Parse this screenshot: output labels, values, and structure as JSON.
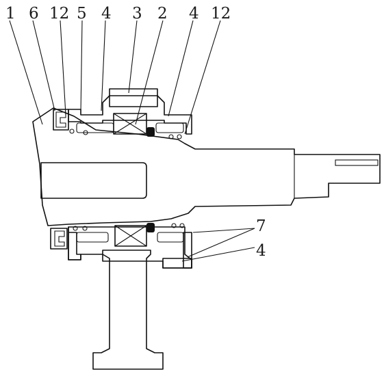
{
  "diagram": {
    "callouts": [
      {
        "id": "c-1-top",
        "text": "1"
      },
      {
        "id": "c-6-top",
        "text": "6"
      },
      {
        "id": "c-12-top-left",
        "text": "12"
      },
      {
        "id": "c-5-top",
        "text": "5"
      },
      {
        "id": "c-4-top-left",
        "text": "4"
      },
      {
        "id": "c-3-top",
        "text": "3"
      },
      {
        "id": "c-2-top",
        "text": "2"
      },
      {
        "id": "c-4-top-right",
        "text": "4"
      },
      {
        "id": "c-12-top-right",
        "text": "12"
      },
      {
        "id": "c-7-right",
        "text": "7"
      },
      {
        "id": "c-4-bottom-right",
        "text": "4"
      }
    ],
    "colors": {
      "line": "#111111",
      "background": "#ffffff",
      "hatch": "#111111"
    }
  }
}
